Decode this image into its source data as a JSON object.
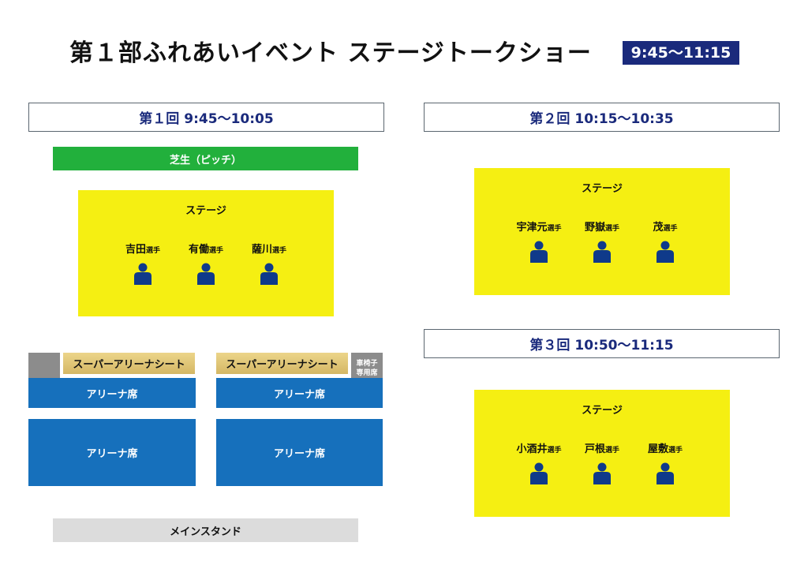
{
  "title": "第１部ふれあいイベント ステージトークショー",
  "time_range": "9:45〜11:15",
  "sessions": [
    {
      "label": "第１回",
      "time": "9:45〜10:05"
    },
    {
      "label": "第２回",
      "time": "10:15〜10:35"
    },
    {
      "label": "第３回",
      "time": "10:50〜11:15"
    }
  ],
  "turf_label": "芝生（ピッチ）",
  "stage_label": "ステージ",
  "player_suffix": "選手",
  "stages": [
    {
      "players": [
        "吉田",
        "有働",
        "薩川"
      ]
    },
    {
      "players": [
        "宇津元",
        "野嶽",
        "茂"
      ]
    },
    {
      "players": [
        "小酒井",
        "戸根",
        "屋敷"
      ]
    }
  ],
  "seating": {
    "super_arena": "スーパーアリーナシート",
    "arena": "アリーナ席",
    "wheelchair": "車椅子専用席",
    "main_stand": "メインスタンド"
  },
  "colors": {
    "navy": "#1a2a7c",
    "stage_yellow": "#f5ef12",
    "turf_green": "#22b03c",
    "arena_blue": "#1670bc",
    "person_icon": "#0f3a8a"
  }
}
